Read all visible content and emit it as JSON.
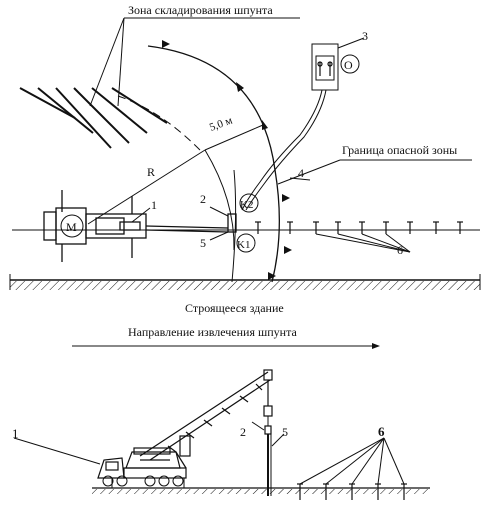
{
  "labels": {
    "storage_zone": "Зона складирования шпунта",
    "num_3": "3",
    "radius": "R",
    "distance": "5,0 м",
    "danger_zone": "Граница опасной зоны",
    "num_4": "4",
    "num_1": "1",
    "num_2": "2",
    "k2": "K2",
    "num_5": "5",
    "k1": "K1",
    "num_6": "6",
    "motor": "M",
    "switch_o": "O",
    "building": "Строящееся здание",
    "direction": "Направление извлечения шпунта",
    "side_1": "1",
    "side_2": "2",
    "side_5": "5",
    "side_6": "6"
  },
  "colors": {
    "ink": "#111111",
    "background": "#ffffff"
  }
}
